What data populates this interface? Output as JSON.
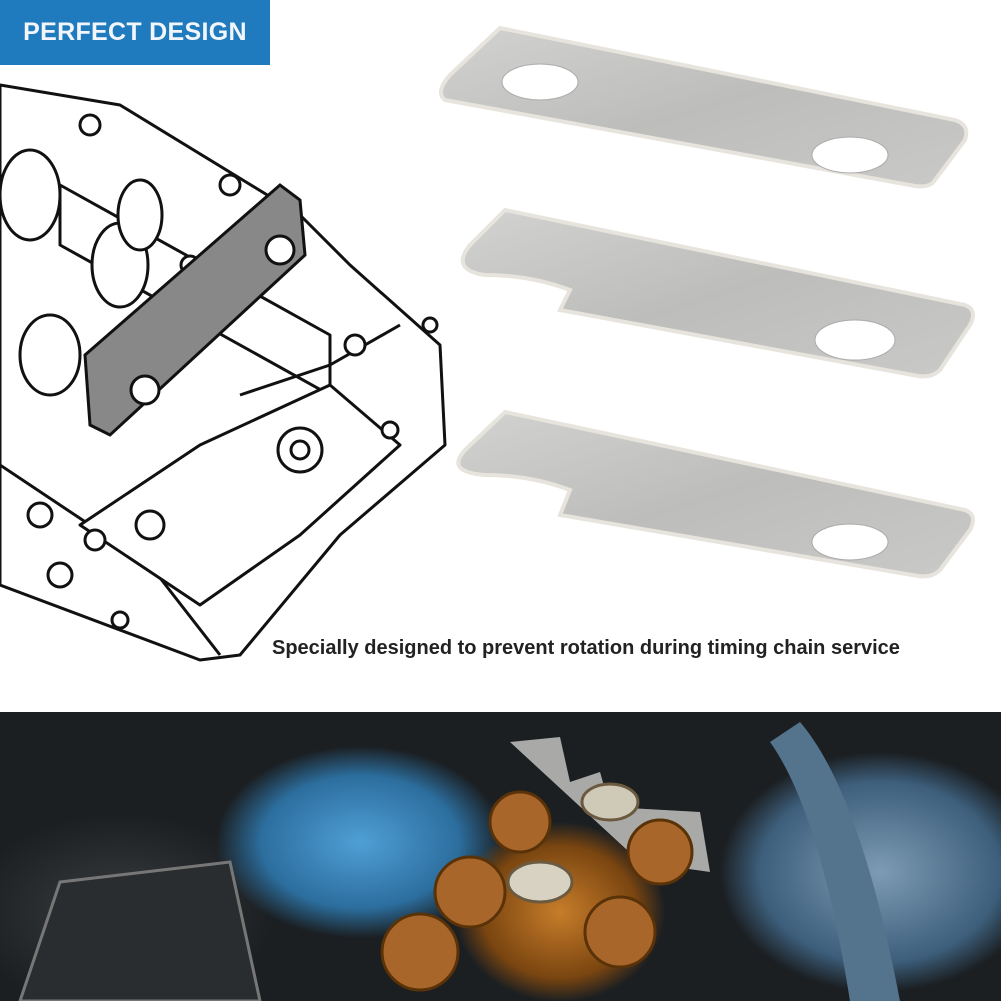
{
  "banner": {
    "label": "PERFECT DESIGN",
    "color": "#1f7bbd"
  },
  "caption": "Specially designed to prevent rotation during timing chain service",
  "images": {
    "engine_drawing": "engine-cylinder-head-line-drawing",
    "plates": "three-camshaft-holding-plates",
    "photo": "engine-bay-photo-with-tool-installed"
  }
}
